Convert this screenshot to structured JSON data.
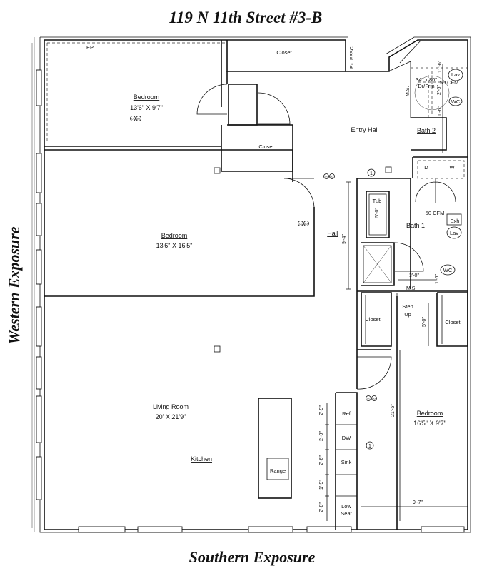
{
  "title": "119 N 11th Street #3-B",
  "exposures": {
    "west": "Western Exposure",
    "south": "Southern Exposure"
  },
  "rooms": {
    "bedroom_nw": {
      "name": "Bedroom",
      "size": "13'6\" X 9'7\""
    },
    "bedroom_w": {
      "name": "Bedroom",
      "size": "13'6\" X 16'5\""
    },
    "living": {
      "name": "Living Room",
      "size": "20' X 21'9\""
    },
    "kitchen": {
      "name": "Kitchen"
    },
    "bedroom_se": {
      "name": "Bedroom",
      "size": "16'5\" X 9'7\""
    },
    "entry_hall": {
      "name": "Entry Hall"
    },
    "hall": {
      "name": "Hall"
    },
    "bath1": {
      "name": "Bath 1"
    },
    "bath2": {
      "name": "Bath 2"
    }
  },
  "labels": {
    "closet": "Closet",
    "ep": "EP",
    "ex_fpsc": "Ex. FPSC",
    "ms": "M.S.",
    "lav": "Lav",
    "wc": "WC",
    "cfm50": "50 CFM",
    "cfm50b": "50 CFM",
    "dr_frm_1": "34\" x 80\"",
    "dr_frm_2": "Dr/Frm",
    "washer": "W",
    "dryer": "D",
    "exh": "Exh",
    "tub": "Tub",
    "step": "Step",
    "up": "Up",
    "ref": "Ref",
    "dw": "DW",
    "sink": "Sink",
    "range": "Range",
    "low": "Low",
    "seat": "Seat",
    "co_sd": "CO SD",
    "marker": "1"
  },
  "dims": {
    "d_11_6": "11'-6\"",
    "d_2_6a": "2'-6\"",
    "d_1_6a": "1'-6\"",
    "d_5_0_tub": "5'-0\"",
    "d_9_4": "9'-4\"",
    "d_3_0": "3'-0\"",
    "d_1_6b": "1'-6\"",
    "d_5_0_closet": "5'-0\"",
    "d_21_5": "21'-5\"",
    "d_2_9": "2'-9\"",
    "d_2_0": "2'-0\"",
    "d_2_6b": "2'-6\"",
    "d_1_9": "1'-9\"",
    "d_2_8": "2'-8\"",
    "d_9_7": "9'-7\""
  }
}
